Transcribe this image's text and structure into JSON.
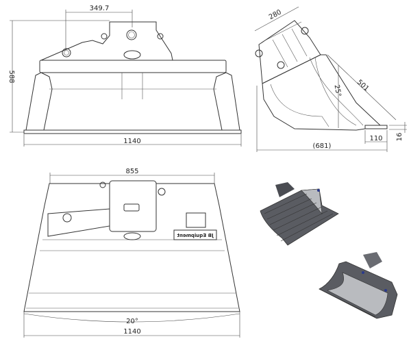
{
  "drawing": {
    "front_view": {
      "dim_pin_offset": "349.7",
      "dim_height": "588",
      "dim_width": "1140"
    },
    "side_view": {
      "dim_bracket": "280",
      "dim_depth_diag": "501",
      "dim_angle": "25°",
      "dim_length": "(681)",
      "dim_edge_length": "110",
      "dim_edge_thickness": "16"
    },
    "top_view": {
      "dim_top_width": "855",
      "dim_tilt_angle": "20°",
      "dim_width": "1140",
      "brand_plate": "JB Equipment"
    },
    "renders": {
      "color_body": "#5a5c62",
      "color_light": "#b9bbbf",
      "color_accent": "#2b3a8c"
    }
  }
}
